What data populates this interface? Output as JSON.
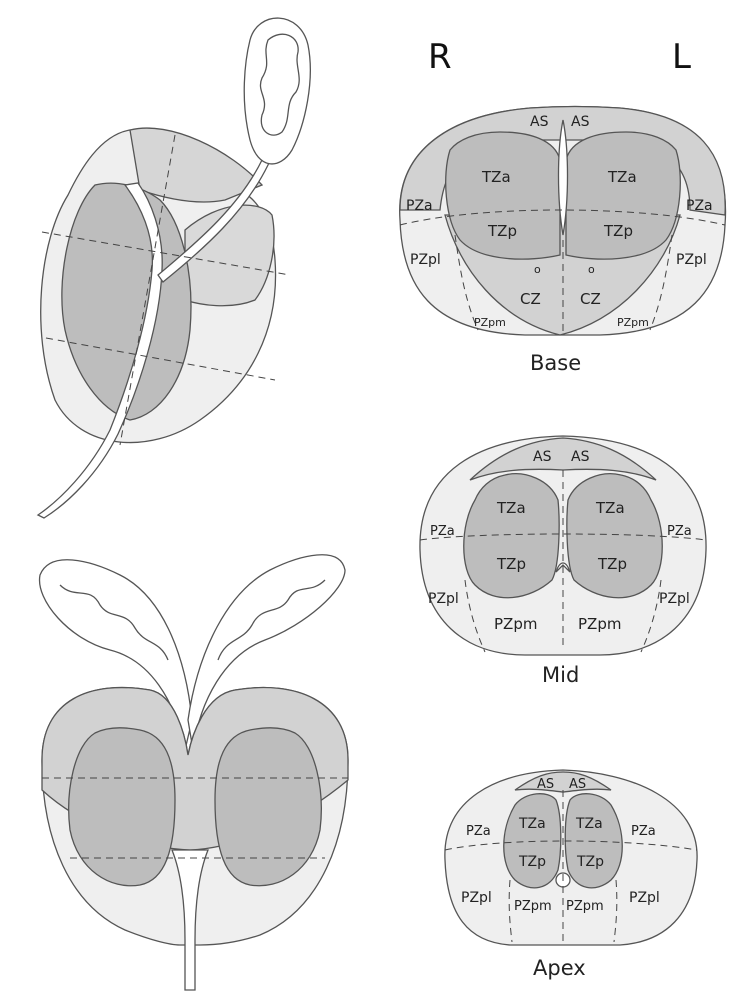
{
  "orientation": {
    "right": "R",
    "left": "L"
  },
  "sections": {
    "base": {
      "caption": "Base",
      "labels": {
        "as_r": "AS",
        "as_l": "AS",
        "tza_r": "TZa",
        "tza_l": "TZa",
        "tzp_r": "TZp",
        "tzp_l": "TZp",
        "pza_r": "PZa",
        "pza_l": "PZa",
        "pzpl_r": "PZpl",
        "pzpl_l": "PZpl",
        "cz_r": "CZ",
        "cz_l": "CZ",
        "pzpm_r": "PZpm",
        "pzpm_l": "PZpm",
        "duct_r": "o",
        "duct_l": "o"
      }
    },
    "mid": {
      "caption": "Mid",
      "labels": {
        "as_r": "AS",
        "as_l": "AS",
        "tza_r": "TZa",
        "tza_l": "TZa",
        "tzp_r": "TZp",
        "tzp_l": "TZp",
        "pza_r": "PZa",
        "pza_l": "PZa",
        "pzpl_r": "PZpl",
        "pzpl_l": "PZpl",
        "pzpm_r": "PZpm",
        "pzpm_l": "PZpm"
      }
    },
    "apex": {
      "caption": "Apex",
      "labels": {
        "as_r": "AS",
        "as_l": "AS",
        "tza_r": "TZa",
        "tza_l": "TZa",
        "tzp_r": "TZp",
        "tzp_l": "TZp",
        "pza_r": "PZa",
        "pza_l": "PZa",
        "pzpl_r": "PZpl",
        "pzpl_l": "PZpl",
        "pzpm_r": "PZpm",
        "pzpm_l": "PZpm"
      }
    }
  },
  "colors": {
    "peripheral": "#efefef",
    "anterior": "#d2d2d2",
    "transition": "#bdbdbd",
    "outline": "#555555"
  }
}
